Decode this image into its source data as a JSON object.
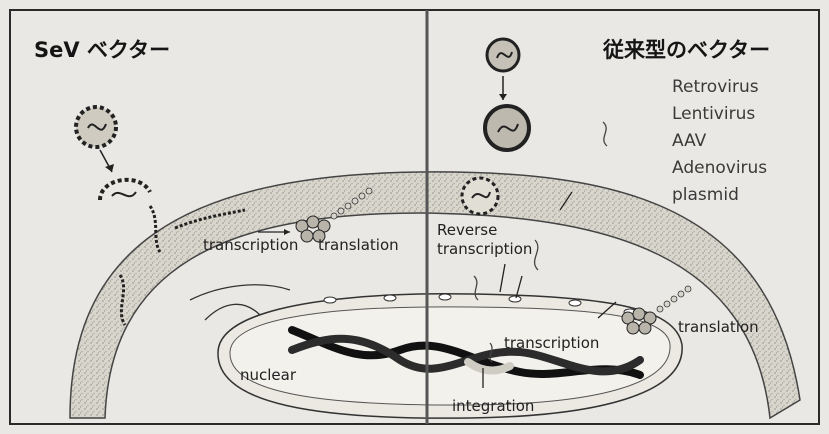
{
  "left_panel": {
    "title": "SeV ベクター",
    "labels": {
      "transcription": "transcription",
      "translation": "translation"
    }
  },
  "right_panel": {
    "title": "従来型のベクター",
    "vectors": [
      "Retrovirus",
      "Lentivirus",
      "AAV",
      "Adenovirus",
      "plasmid"
    ],
    "labels": {
      "reverse_transcription_1": "Reverse",
      "reverse_transcription_2": "transcription",
      "translation": "translation",
      "transcription": "transcription",
      "integration": "integration"
    }
  },
  "nucleus": {
    "label": "nuclear"
  },
  "colors": {
    "background": "#e9e8e4",
    "membrane": "#d9d6cd",
    "ink": "#1a1a1a"
  }
}
